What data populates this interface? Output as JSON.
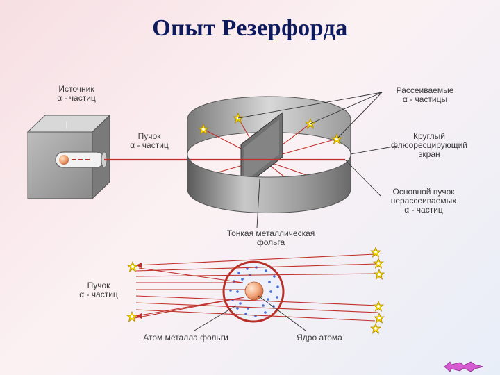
{
  "title": "Опыт Резерфорда",
  "labels": {
    "source_line1": "Источник",
    "source_line2": "α - частиц",
    "beam_top_line1": "Пучок",
    "beam_top_line2": "α - частиц",
    "scattered_line1": "Рассеиваемые",
    "scattered_line2": "α - частицы",
    "screen_line1": "Круглый",
    "screen_line2": "флюоресцирующий",
    "screen_line3": "экран",
    "main_beam_line1": "Основной пучок",
    "main_beam_line2": "нерассеиваемых",
    "main_beam_line3": "α - частиц",
    "foil_line1": "Тонкая металлическая",
    "foil_line2": "фольга",
    "beam_bottom_line1": "Пучок",
    "beam_bottom_line2": "α - частиц",
    "metal_atom": "Атом металла фольги",
    "nucleus": "Ядро атома"
  },
  "colors": {
    "title": "#0d1a5e",
    "beam": "#c0302a",
    "nucleus": "#f0a070",
    "electrons": "#4a6ed8",
    "screen": "#8a8a8a",
    "nav_button": "#d65ad0"
  },
  "icons": {
    "nav": "next-slide-arrow-icon"
  }
}
